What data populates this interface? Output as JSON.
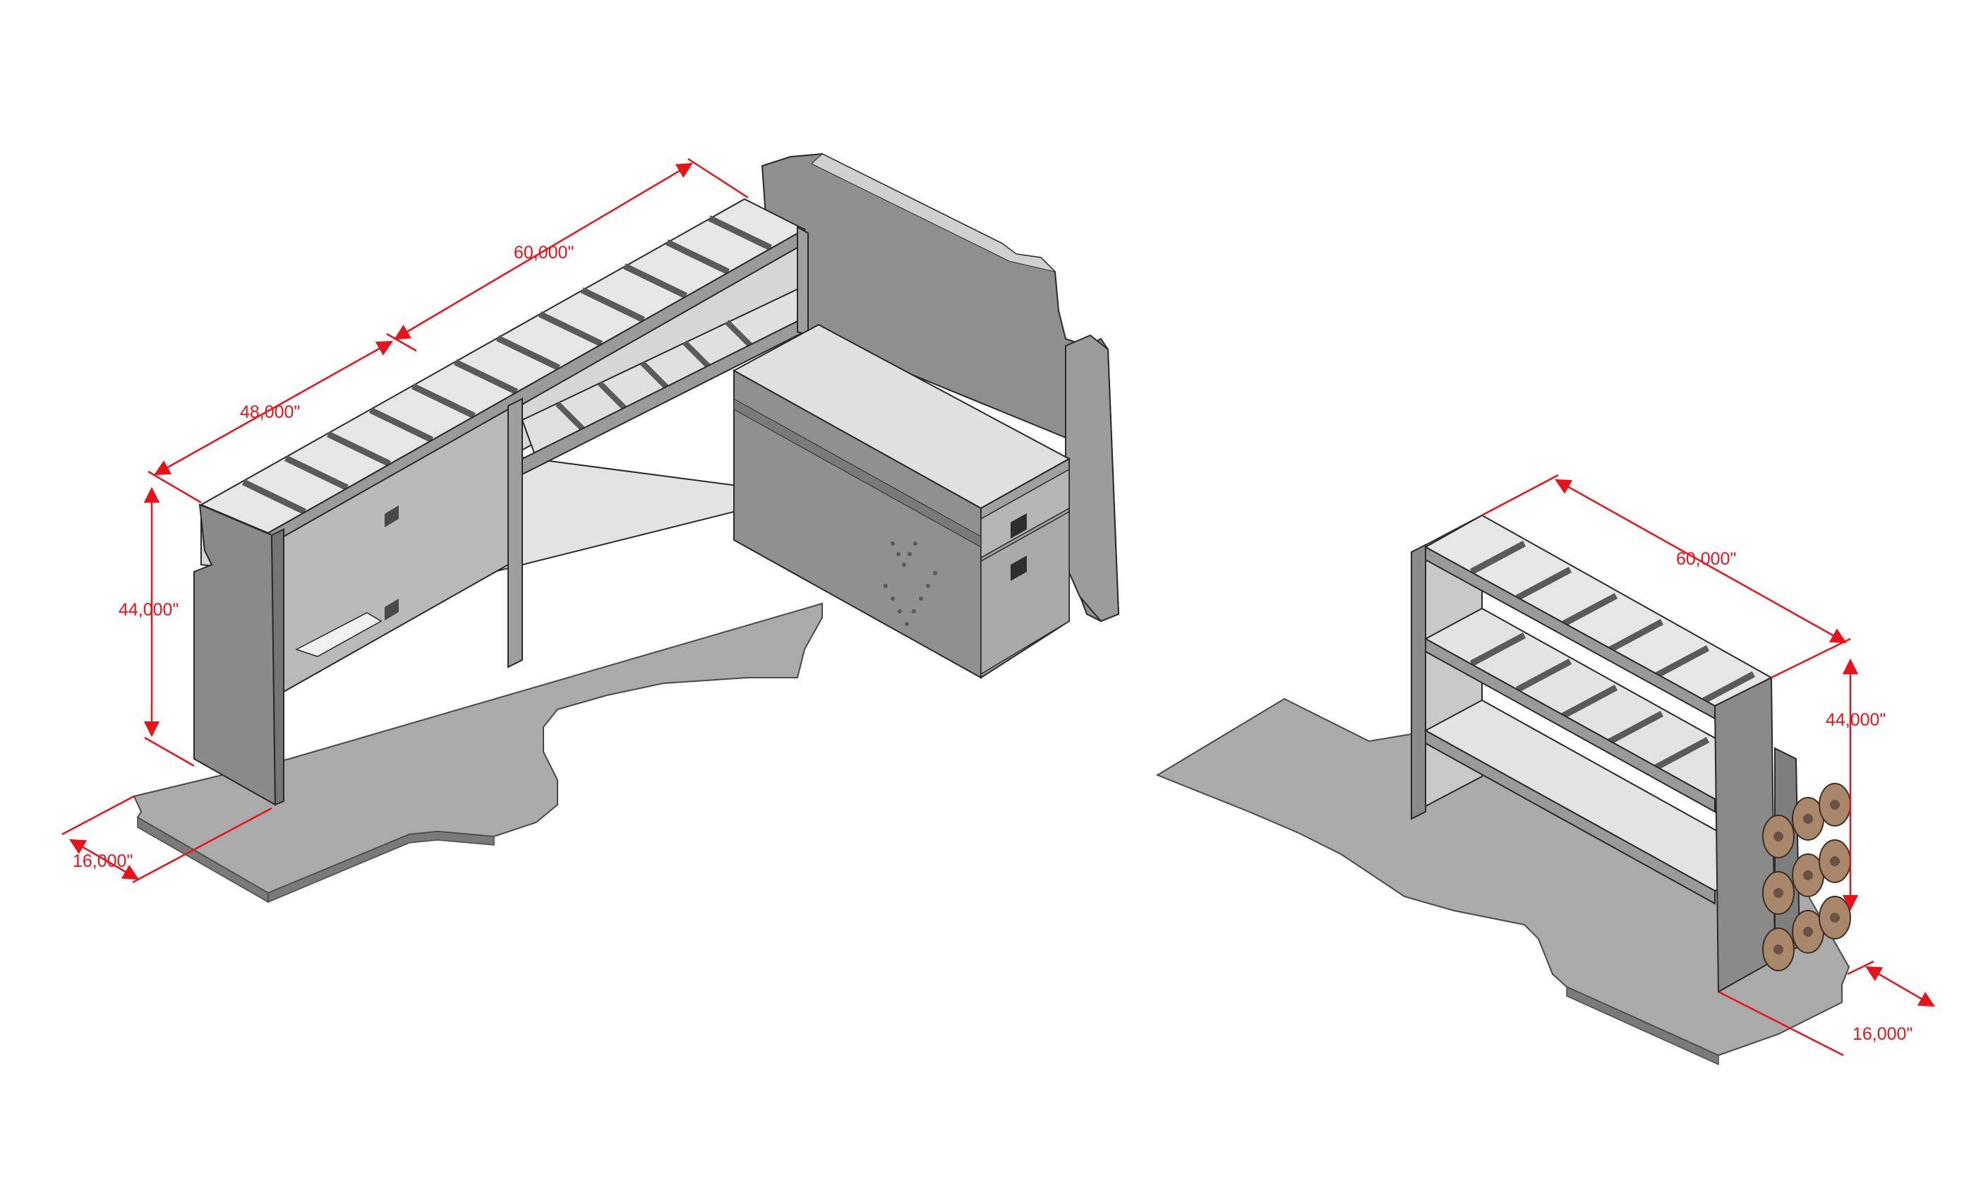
{
  "colors": {
    "dimension": "#e8121a",
    "floor": "#a9a9a9",
    "floor_edge": "#555555",
    "panel": "#8e8e8e",
    "panel_dark": "#6f6f6f",
    "shelf_top": "#e4e4e4",
    "outline": "#2a2a2a",
    "spool": "#a8876a"
  },
  "left_unit": {
    "dim_upper_length": "60,000\"",
    "dim_lower_length": "48,000\"",
    "dim_height": "44,000\"",
    "dim_depth": "16,000\""
  },
  "right_unit": {
    "dim_length": "60,000\"",
    "dim_height": "44,000\"",
    "dim_depth": "16,000\""
  }
}
